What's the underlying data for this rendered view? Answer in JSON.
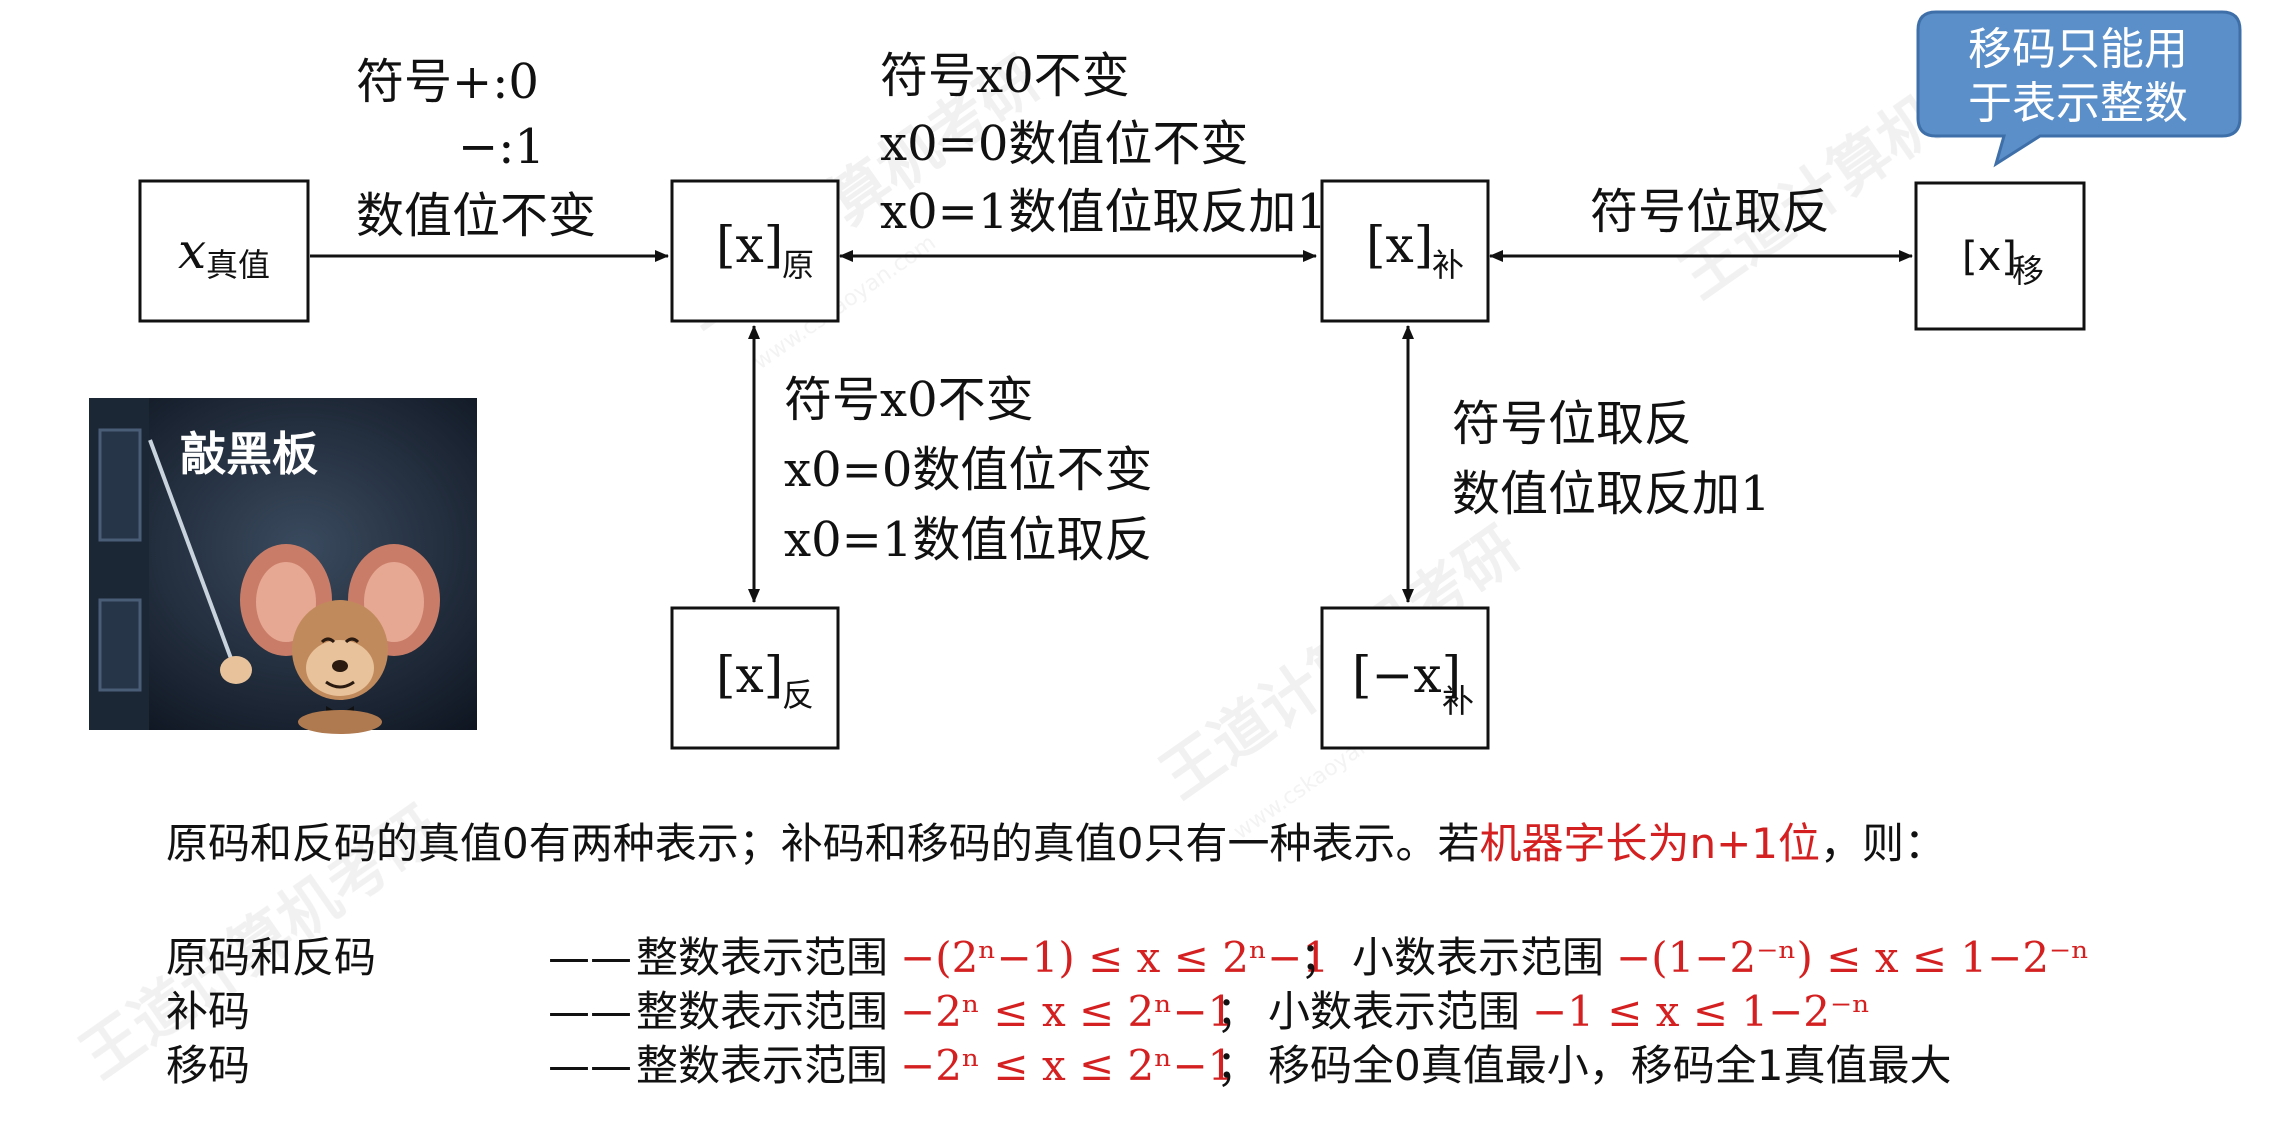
{
  "nodes": {
    "true_value": {
      "main": "x",
      "sub": "真值"
    },
    "sign_magnitude": {
      "main": "[x]",
      "sub": "原"
    },
    "twos_complement": {
      "main": "[x]",
      "sub": "补"
    },
    "biased": {
      "main": "[x]",
      "sub": "移"
    },
    "ones_complement": {
      "main": "[x]",
      "sub": "反"
    },
    "neg_complement": {
      "main": "[−x]",
      "sub": "补"
    }
  },
  "edges": {
    "true_to_sign": [
      "符号+:0",
      "−:1",
      "数值位不变"
    ],
    "sign_to_complement": [
      "符号x0不变",
      "x0=0数值位不变",
      "x0=1数值位取反加1"
    ],
    "complement_to_biased": [
      "符号位取反"
    ],
    "sign_to_ones": [
      "符号x0不变",
      "x0=0数值位不变",
      "x0=1数值位取反"
    ],
    "complement_to_neg": [
      "符号位取反",
      "数值位取反加1"
    ]
  },
  "callout": {
    "line1": "移码只能用",
    "line2": "于表示整数"
  },
  "blackboard_sticker": {
    "caption": "敲黑板"
  },
  "summary": {
    "prefix": "原码和反码的真值0有两种表示；补码和移码的真值0只有一种表示。若",
    "highlight": "机器字长为n+1位",
    "suffix": "，则："
  },
  "ranges": [
    {
      "name": "原码和反码",
      "dash": "——",
      "int_label": "整数表示范围",
      "int_range": "−(2ⁿ−1) ≤ x ≤ 2ⁿ−1",
      "sep": "；",
      "frac_label": "小数表示范围",
      "frac_range": "−(1−2⁻ⁿ) ≤ x ≤ 1−2⁻ⁿ"
    },
    {
      "name": "补码",
      "dash": "——",
      "int_label": "整数表示范围",
      "int_range": "−2ⁿ ≤ x ≤ 2ⁿ−1",
      "sep": "；",
      "frac_label": "小数表示范围",
      "frac_range": "−1 ≤ x ≤ 1−2⁻ⁿ"
    },
    {
      "name": "移码",
      "dash": "——",
      "int_label": "整数表示范围",
      "int_range": "−2ⁿ ≤ x ≤ 2ⁿ−1",
      "sep": "；",
      "note": "移码全0真值最小，移码全1真值最大"
    }
  ],
  "watermark": {
    "brand": "王道计算机考研",
    "url": "www.cskaoyan.com"
  },
  "colors": {
    "highlight": "#d42020",
    "callout_fill": "#5b8fc9",
    "callout_stroke": "#3e6fa8"
  }
}
